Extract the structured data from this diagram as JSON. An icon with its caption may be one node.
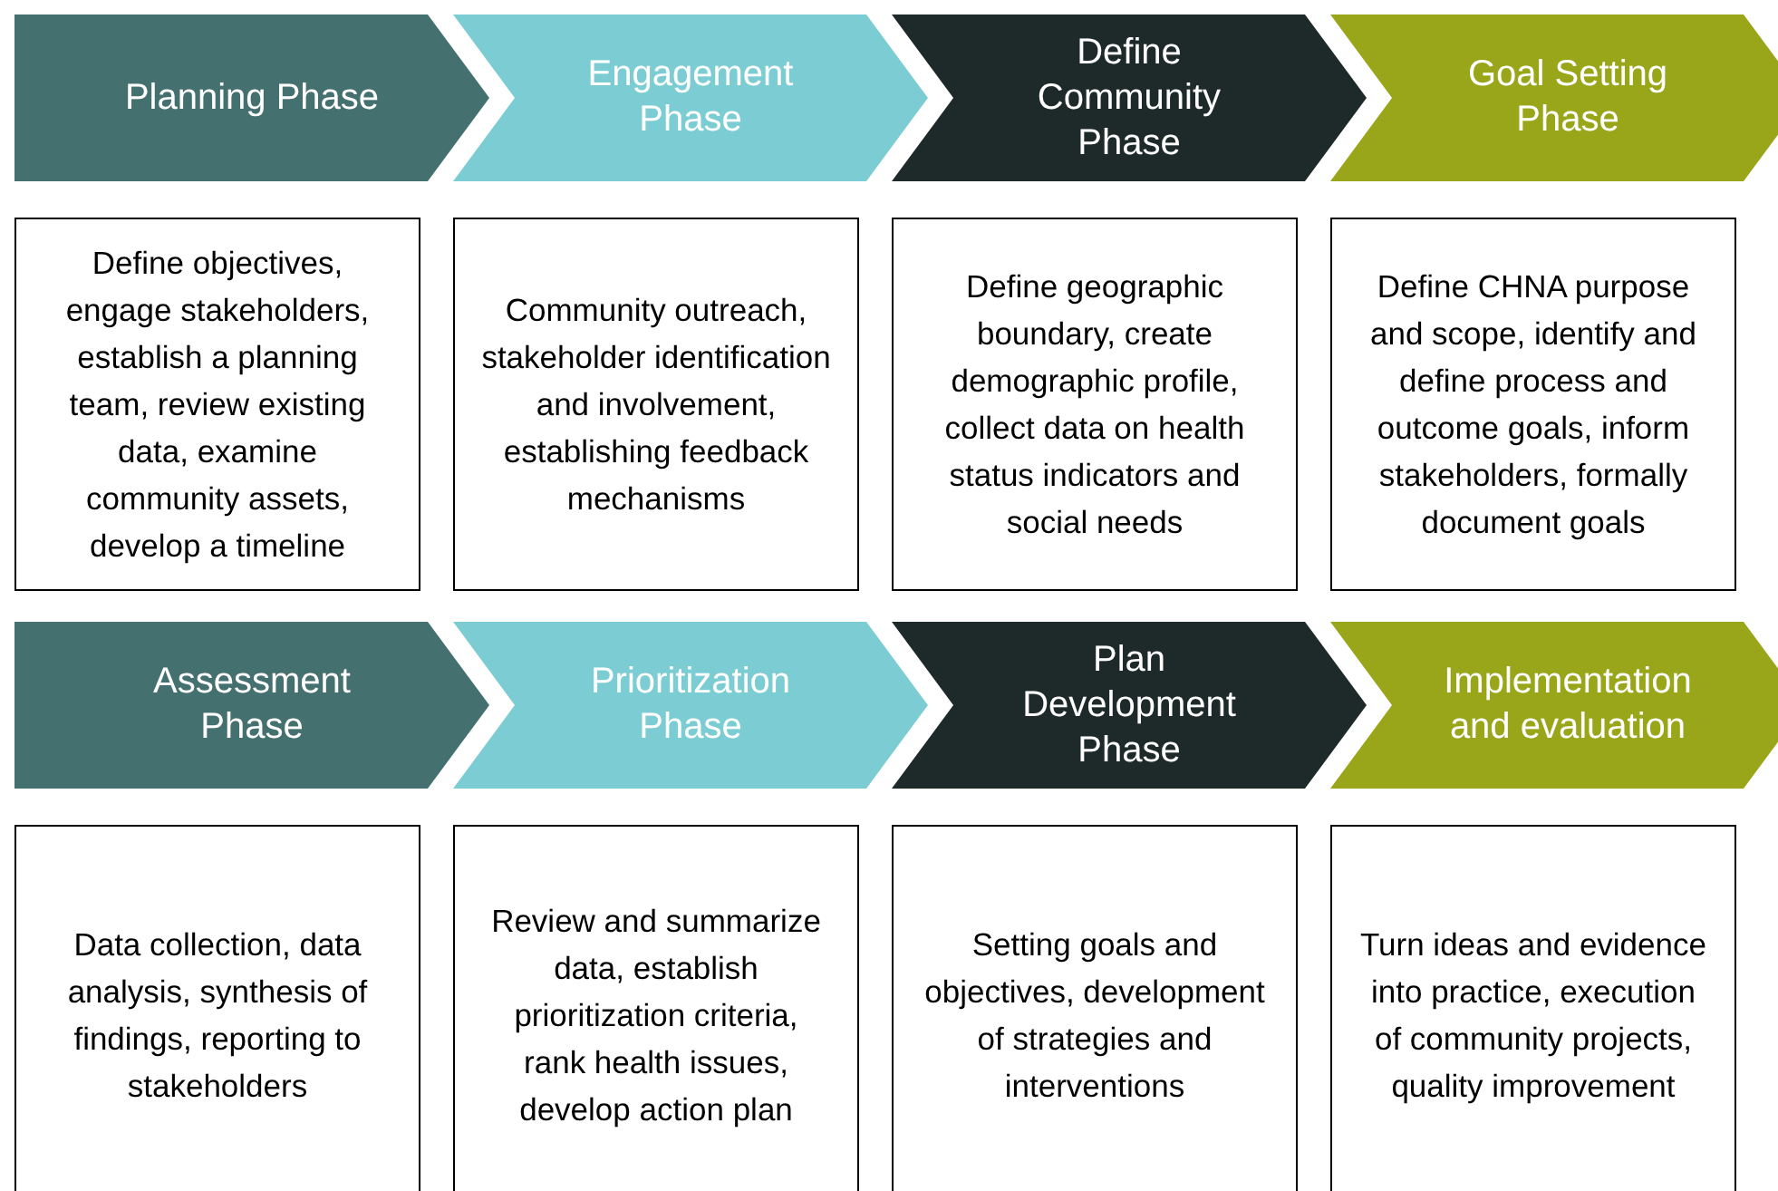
{
  "diagram": {
    "nodes": [
      {
        "text": [
          "Planning Phase"
        ]
      },
      {
        "text": [
          "Engagement Phase"
        ]
      },
      {
        "text": [
          "Define Community Phase"
        ]
      },
      {
        "text": [
          "Goal Setting Phase"
        ]
      },
      {
        "text": [
          "Define objectives, engage stakeholders, establish a planning team, review existing data, examine community assets, develop a timeline"
        ]
      },
      {
        "text": [
          "Community outreach, stakeholder identification and involvement, establishing feedback mechanisms"
        ]
      },
      {
        "text": [
          "Define geographic boundary, create demographic profile, collect data on health status indicators and social needs"
        ]
      },
      {
        "text": [
          "Define CHNA purpose and scope, identify and define process and outcome goals, inform stakeholders, formally document goals"
        ]
      },
      {
        "text": [
          "Assessment Phase"
        ]
      },
      {
        "text": [
          "Prioritization Phase"
        ]
      },
      {
        "text": [
          "Plan Development Phase"
        ]
      },
      {
        "text": [
          "Implementation and evaluation"
        ]
      },
      {
        "text": [
          "Data collection, data analysis, synthesis of findings, reporting to stakeholders"
        ]
      },
      {
        "text": [
          "Review and summarize data, establish prioritization criteria, rank health issues, develop action plan"
        ]
      },
      {
        "text": [
          "Setting goals and objectives, development of strategies and interventions"
        ]
      },
      {
        "text": [
          "Turn ideas and evidence into practice, execution of community projects, quality improvement"
        ]
      }
    ]
  }
}
